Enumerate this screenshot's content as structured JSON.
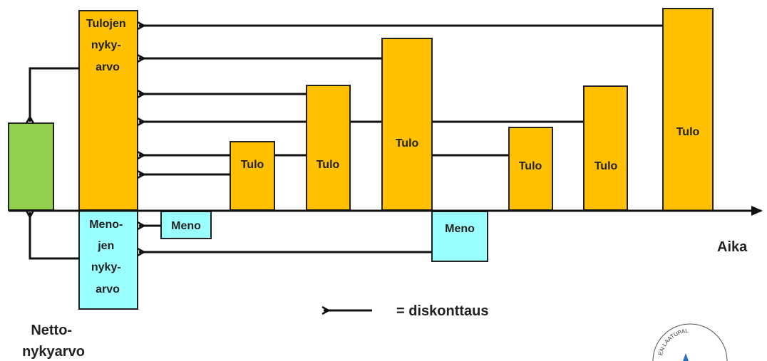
{
  "labels": {
    "income_pv": [
      "Tulojen",
      "nyky-",
      "arvo"
    ],
    "expense_pv": [
      "Meno-",
      "jen",
      "nyky-",
      "arvo"
    ],
    "net_pv": [
      "Netto-",
      "nykyarvo"
    ],
    "income": "Tulo",
    "expense": "Meno",
    "time_axis": "Aika",
    "legend": "= diskonttaus"
  },
  "colors": {
    "income": "#FFC000",
    "expense": "#99FFFF",
    "net": "#92D050",
    "line": "#111111"
  },
  "logo": {
    "text": "EN LAATUPAL"
  }
}
